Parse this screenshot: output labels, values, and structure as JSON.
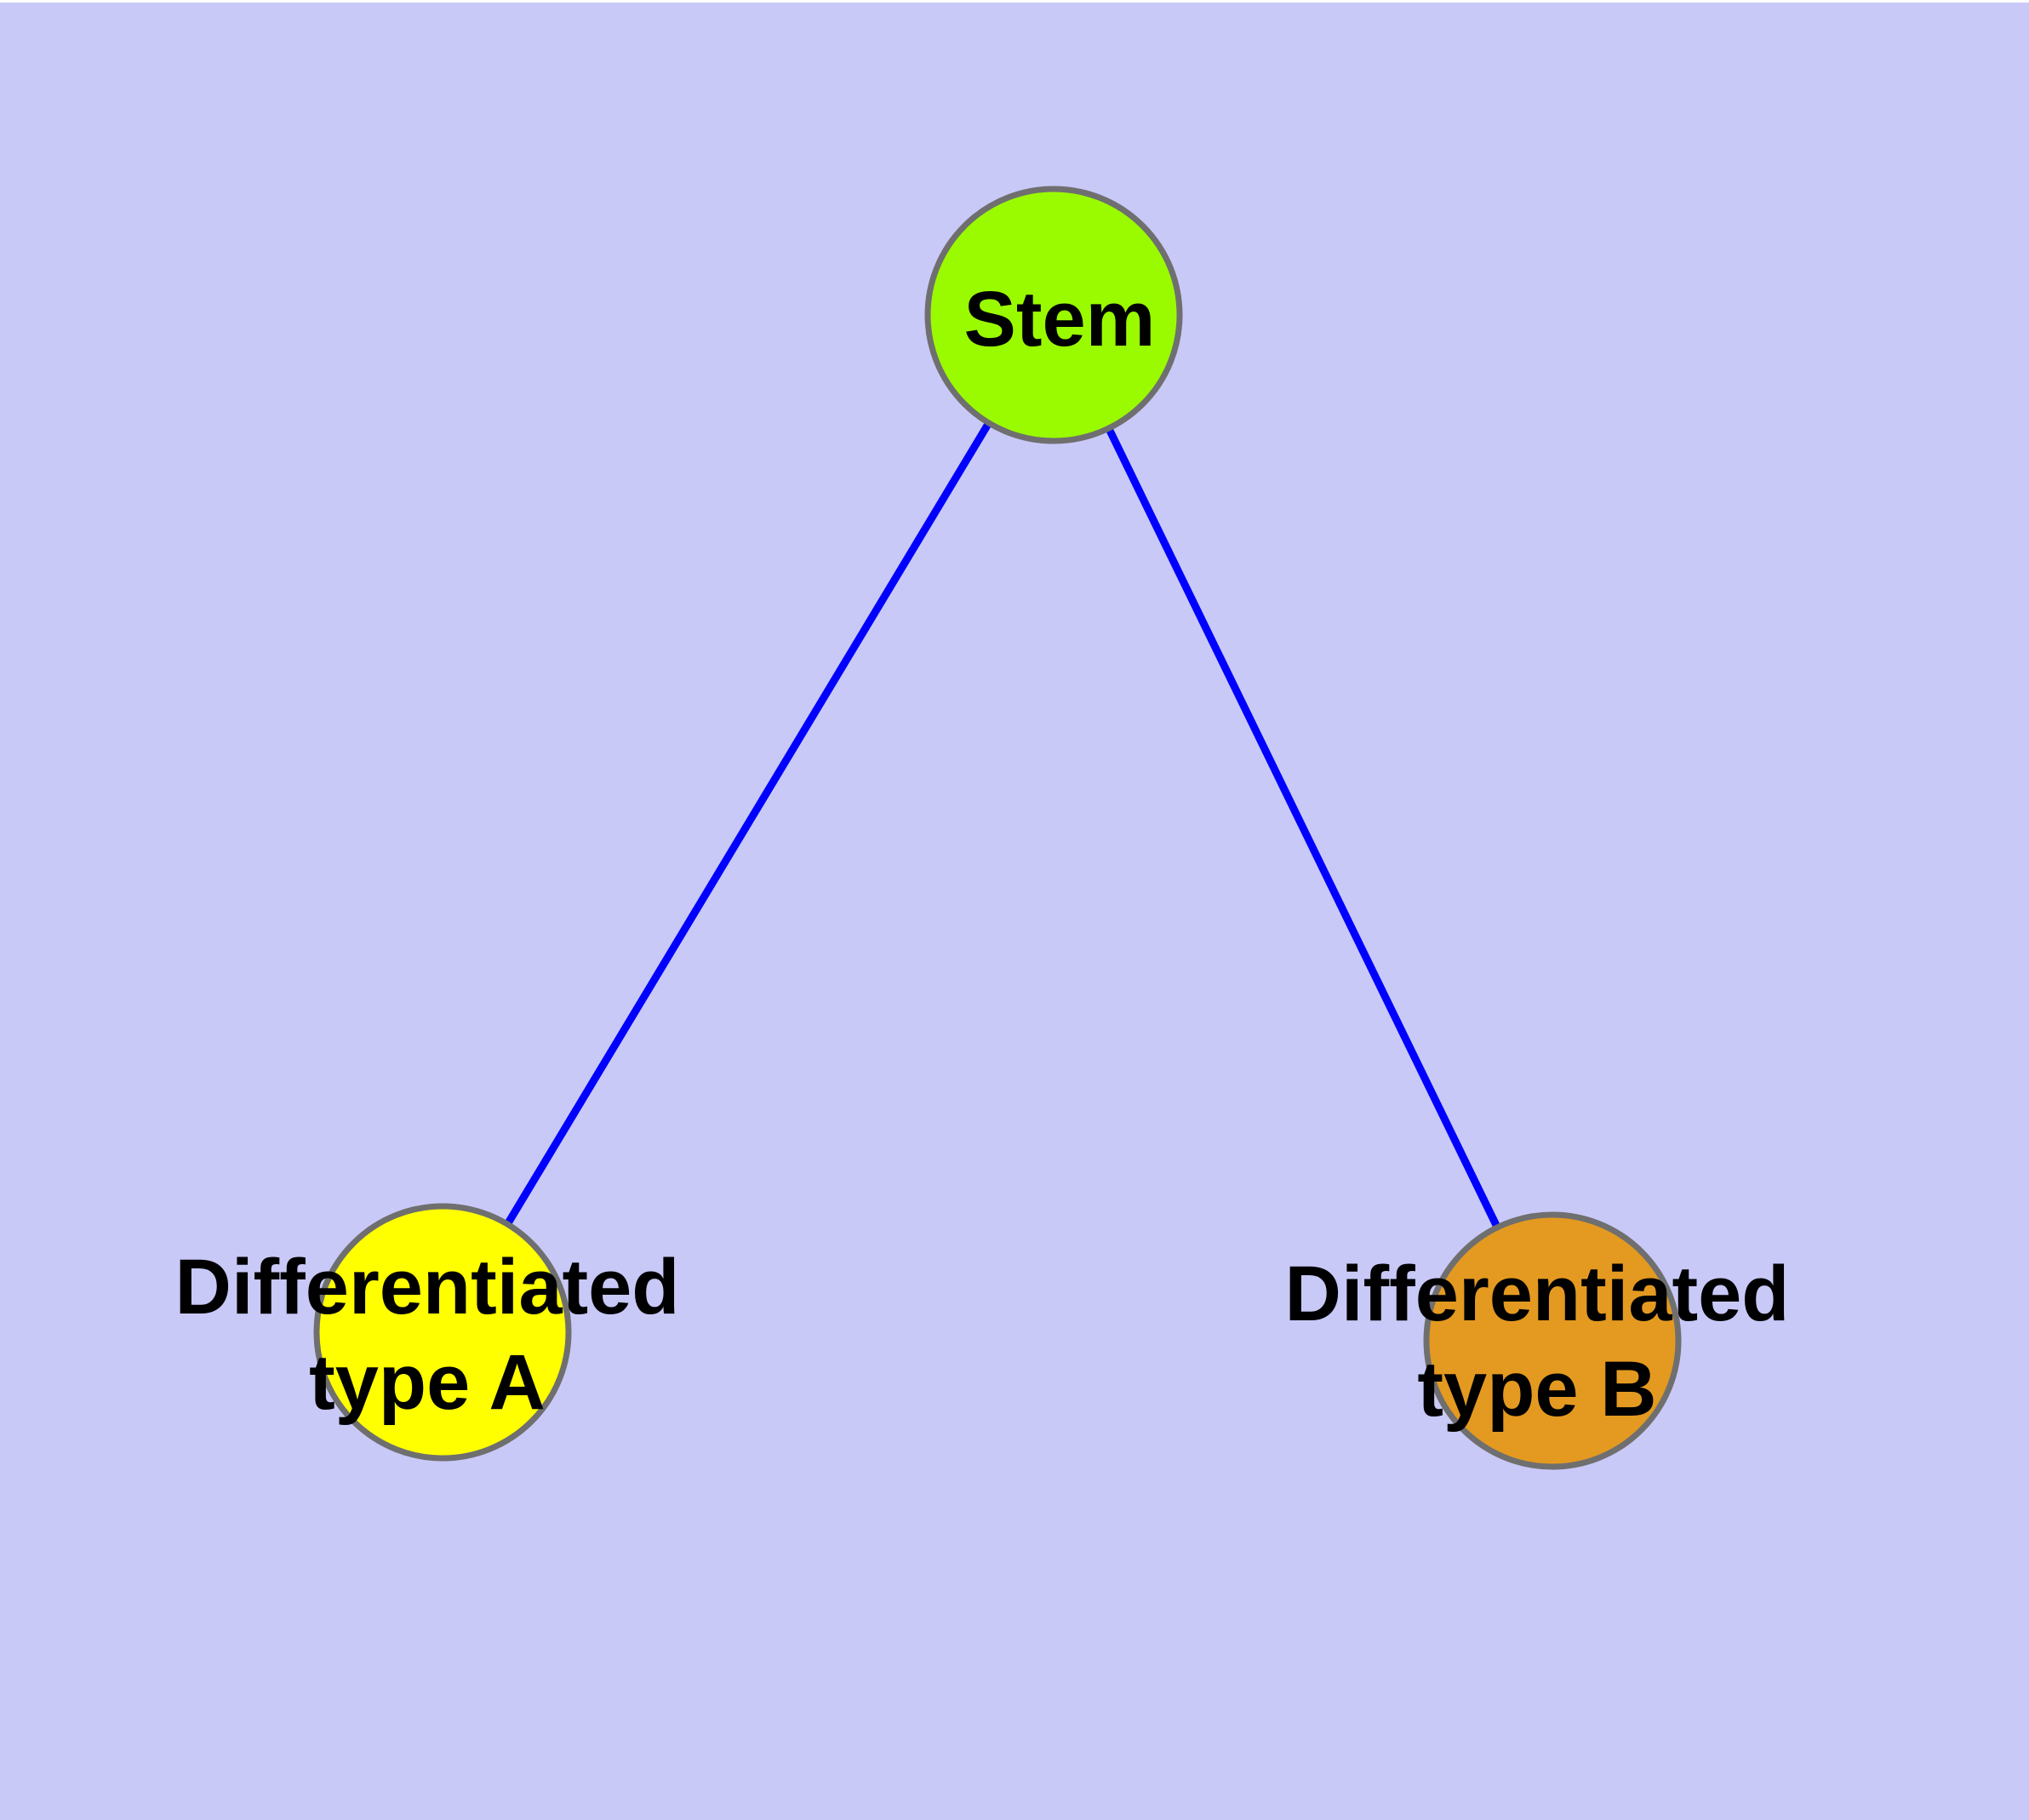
{
  "diagram": {
    "type": "graph",
    "background_color": "#C9C9F8",
    "edge_color": "#0000FF",
    "node_border_color": "#6F6F6F",
    "label_color": "#000000",
    "nodes": [
      {
        "id": "stem",
        "label": "Stem",
        "fill": "#9AFB00"
      },
      {
        "id": "differentiated-type-a",
        "label": "Differentiated\ntype A",
        "fill": "#FFFF00"
      },
      {
        "id": "differentiated-type-b",
        "label": "Differentiated\ntype B",
        "fill": "#E49A20"
      }
    ],
    "edges": [
      {
        "from": "stem",
        "to": "differentiated-type-a"
      },
      {
        "from": "stem",
        "to": "differentiated-type-b"
      }
    ]
  }
}
